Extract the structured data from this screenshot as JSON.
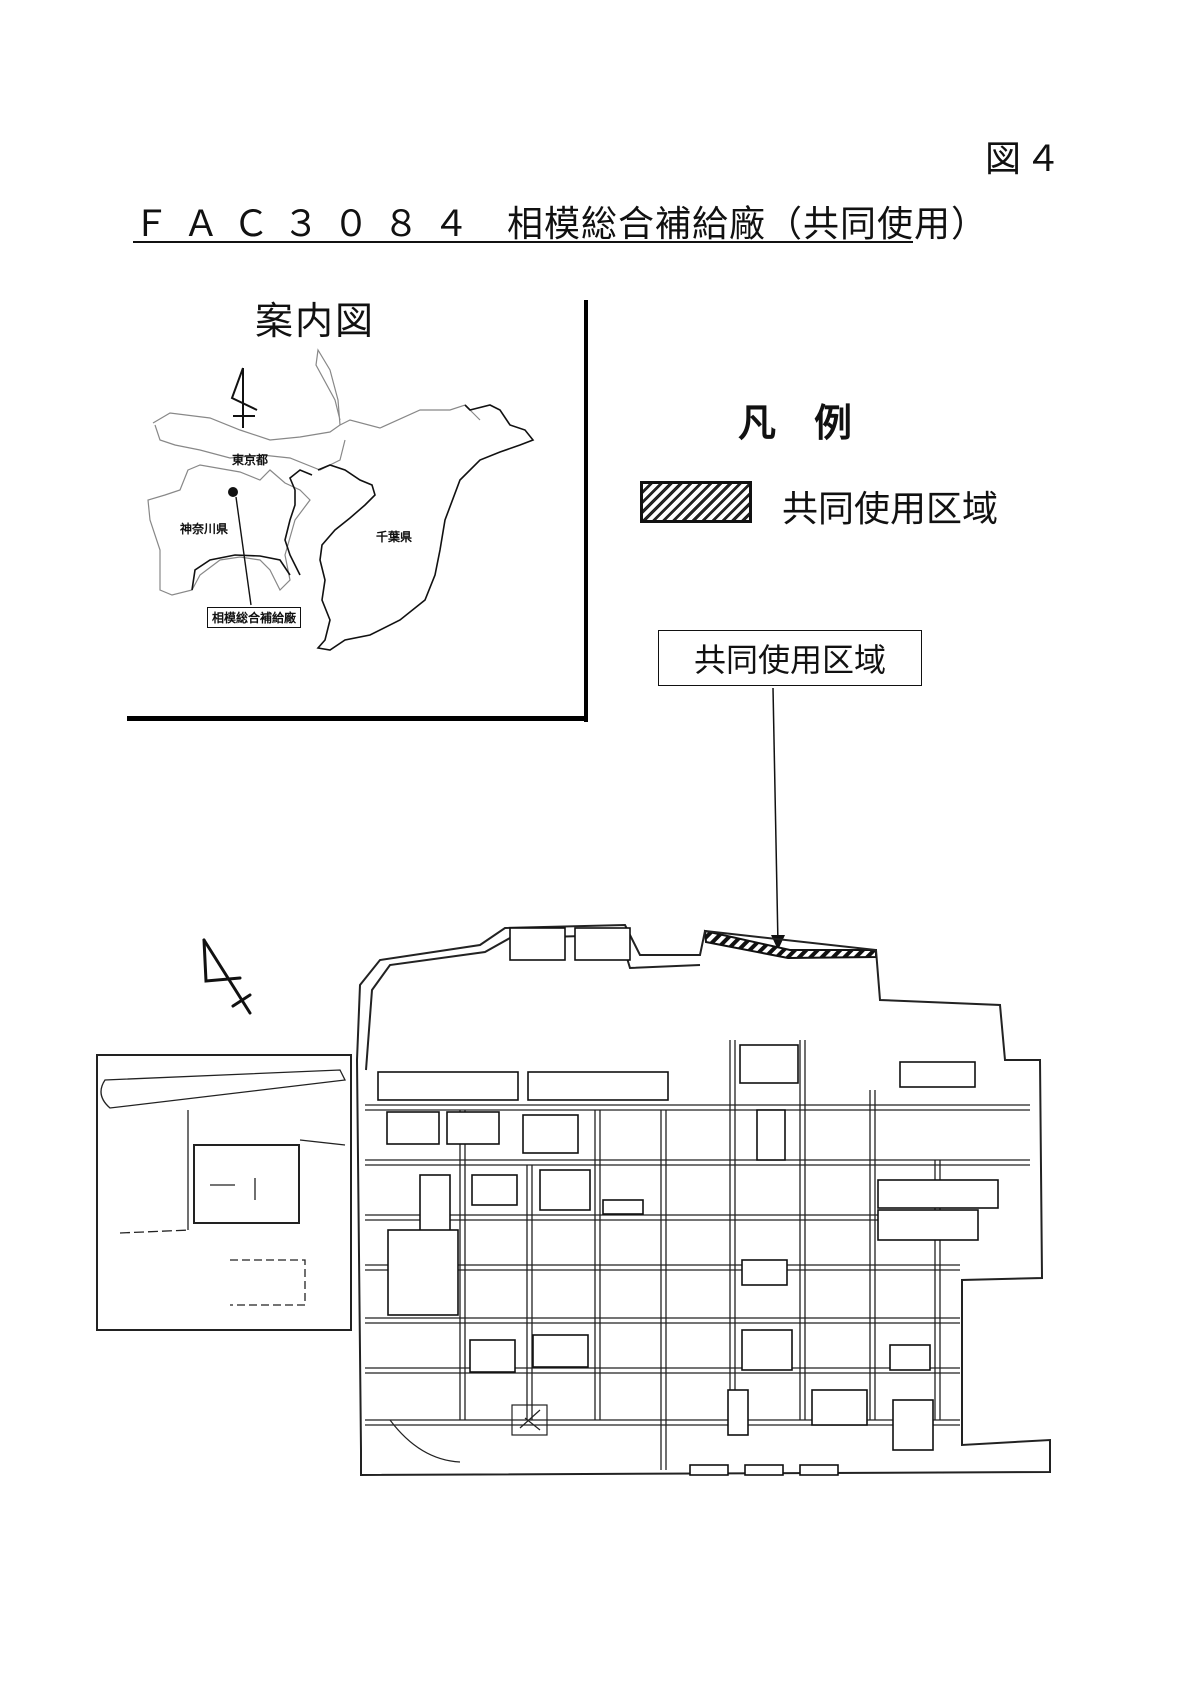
{
  "document": {
    "figure_number": "図４",
    "title_code": "ＦＡＣ３０８４",
    "title_name": "相模総合補給廠（共同使用）"
  },
  "inset_map": {
    "title": "案内図",
    "regions": {
      "tokyo": "東京都",
      "kanagawa": "神奈川県",
      "chiba": "千葉県"
    },
    "site_label": "相模総合補給廠",
    "north_arrow_icon": "north-arrow-icon"
  },
  "legend": {
    "title": "凡　例",
    "items": [
      {
        "pattern": "diagonal-hatch",
        "label": "共同使用区域",
        "color": "#111111"
      }
    ]
  },
  "site_plan": {
    "callout_label": "共同使用区域",
    "north_arrow_icon": "north-arrow-icon"
  }
}
